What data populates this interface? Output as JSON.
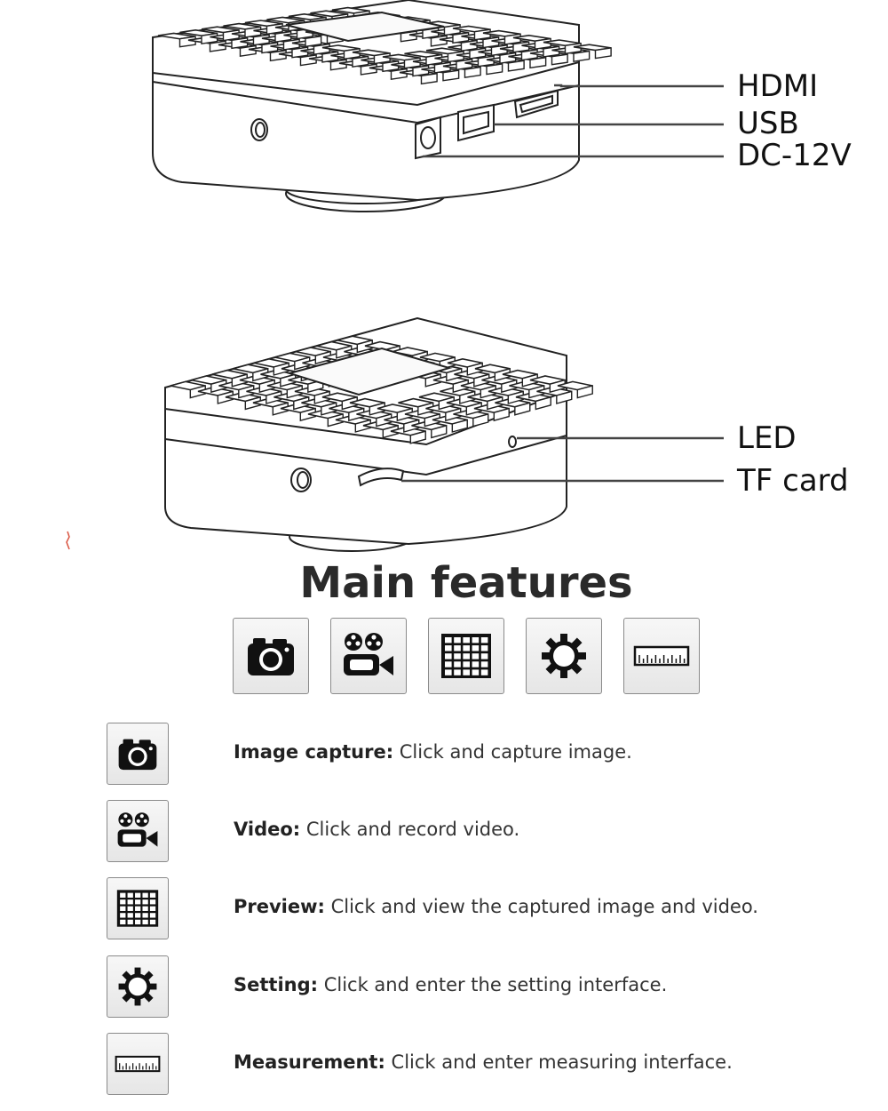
{
  "callouts": {
    "top": [
      "HDMI",
      "USB",
      "DC-12V"
    ],
    "bottom": [
      "LED",
      "TF card"
    ]
  },
  "section_title": "Main features",
  "toolbar": [
    {
      "icon": "camera-icon"
    },
    {
      "icon": "video-camera-icon"
    },
    {
      "icon": "grid-icon"
    },
    {
      "icon": "gear-icon"
    },
    {
      "icon": "ruler-icon"
    }
  ],
  "features": [
    {
      "icon": "camera-icon",
      "name": "Image capture:",
      "desc": " Click and capture image."
    },
    {
      "icon": "video-camera-icon",
      "name": "Video:",
      "desc": " Click and record video."
    },
    {
      "icon": "grid-icon",
      "name": "Preview:",
      "desc": " Click and view the captured image and video."
    },
    {
      "icon": "gear-icon",
      "name": "Setting:",
      "desc": " Click and enter the setting interface."
    },
    {
      "icon": "ruler-icon",
      "name": "Measurement:",
      "desc": " Click and enter measuring interface."
    }
  ]
}
